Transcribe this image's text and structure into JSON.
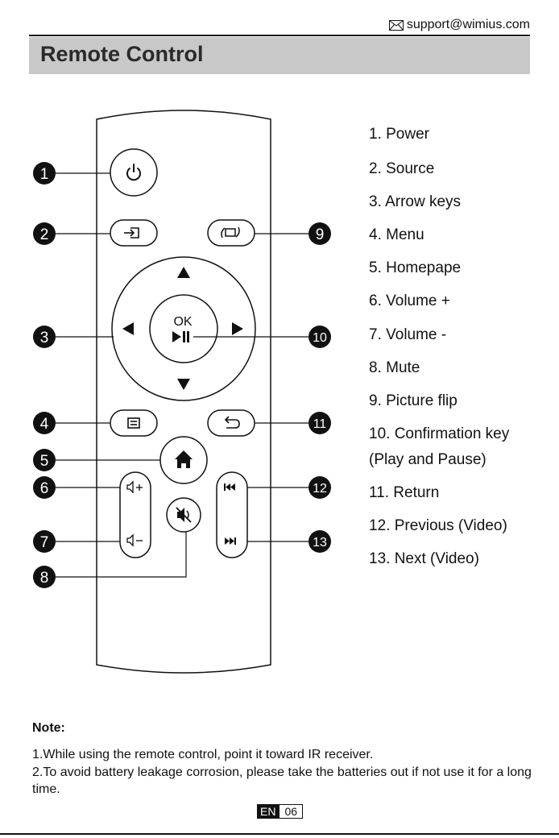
{
  "header": {
    "email": "support@wimius.com",
    "email_icon": "envelope-icon"
  },
  "title": "Remote Control",
  "remote": {
    "ok_label": "OK",
    "callouts": [
      "1",
      "2",
      "3",
      "4",
      "5",
      "6",
      "7",
      "8",
      "9",
      "10",
      "11",
      "12",
      "13"
    ]
  },
  "legend": [
    "1. Power",
    "2. Source",
    "3. Arrow keys",
    "4. Menu",
    "5. Homepape",
    "6. Volume +",
    "7. Volume -",
    "8. Mute",
    "9. Picture flip",
    "10. Confirmation key",
    "(Play and Pause)",
    "11. Return",
    "12. Previous (Video)",
    "13. Next (Video)"
  ],
  "note": {
    "title": "Note:",
    "lines": [
      "1.While using the remote control, point it toward IR receiver.",
      "2.To avoid battery leakage corrosion, please take the batteries out if not use it for a long time."
    ]
  },
  "footer": {
    "lang": "EN",
    "page": "06"
  }
}
